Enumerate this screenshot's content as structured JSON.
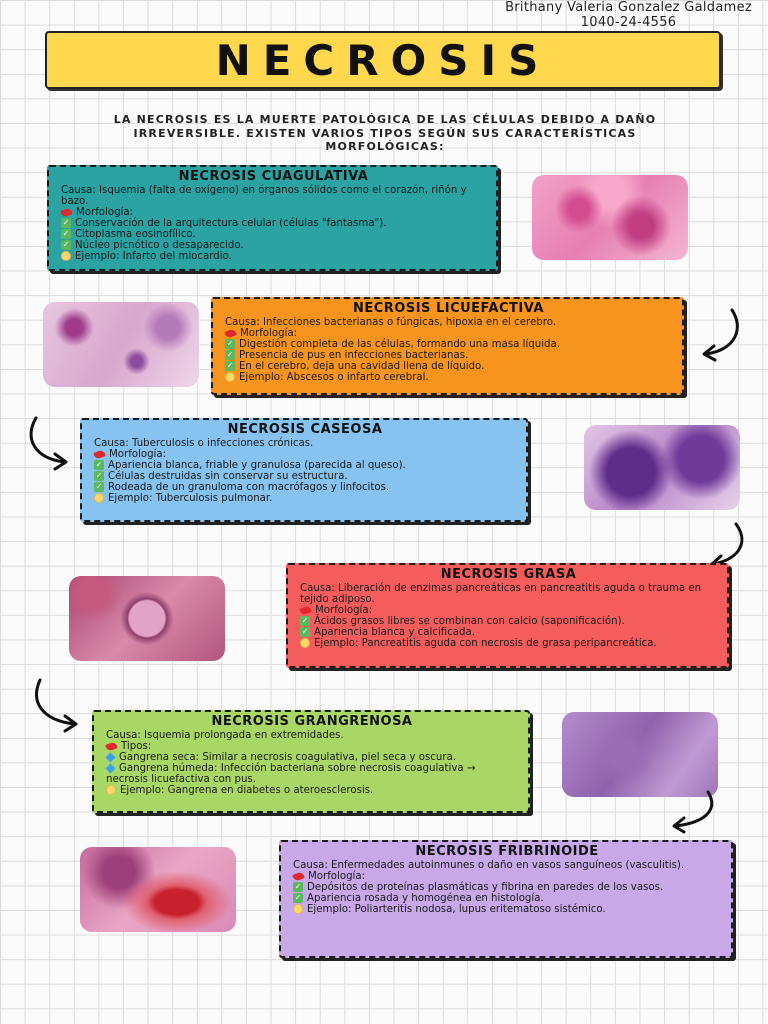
{
  "author": {
    "name": "Brithany Valeria Gonzalez Galdamez",
    "id": "1040-24-4556"
  },
  "title": "NECROSIS",
  "intro": "LA NECROSIS ES LA MUERTE PATOLÓGICA DE LAS CÉLULAS DEBIDO A DAÑO IRREVERSIBLE. EXISTEN VARIOS TIPOS SEGÚN SUS CARACTERÍSTICAS MORFOLÓGICAS:",
  "cards": [
    {
      "title": "NECROSIS CUAGULATIVA",
      "causa": "Causa: Isquemia (falta de oxígeno) en órganos sólidos como el corazón, riñón y bazo.",
      "morfologia": "Morfología:",
      "items": [
        "Conservación de la arquitectura celular (células \"fantasma\").",
        "Citoplasma eosinofílico.",
        "Núcleo picnótico o desaparecido."
      ],
      "ejemplo": "Ejemplo: Infarto del miocardio."
    },
    {
      "title": "NECROSIS LICUEFACTIVA",
      "causa": "Causa: Infecciones bacterianas o fúngicas, hipoxia en el cerebro.",
      "morfologia": "Morfología:",
      "items": [
        "Digestión completa de las células, formando una masa líquida.",
        "Presencia de pus en infecciones bacterianas.",
        "En el cerebro, deja una cavidad llena de líquido."
      ],
      "ejemplo": "Ejemplo: Abscesos o infarto cerebral."
    },
    {
      "title": "NECROSIS CASEOSA",
      "causa": "Causa: Tuberculosis o infecciones crónicas.",
      "morfologia": "Morfología:",
      "items": [
        "Apariencia blanca, friable y granulosa (parecida al queso).",
        "Células destruidas sin conservar su estructura.",
        "Rodeada de un granuloma con macrófagos y linfocitos."
      ],
      "ejemplo": "Ejemplo: Tuberculosis pulmonar."
    },
    {
      "title": "NECROSIS GRASA",
      "causa": "Causa: Liberación de enzimas pancreáticas en pancreatitis aguda o trauma en tejido adiposo.",
      "morfologia": "Morfología:",
      "items": [
        "Ácidos grasos libres se combinan con calcio (saponificación).",
        "Apariencia blanca y calcificada."
      ],
      "ejemplo": "Ejemplo: Pancreatitis aguda con necrosis de grasa peripancreática."
    },
    {
      "title": "NECROSIS GRANGRENOSA",
      "causa": "Causa: Isquemia prolongada en extremidades.",
      "morfologia": "Tipos:",
      "items": [
        "Gangrena seca: Similar a necrosis coagulativa, piel seca y oscura.",
        "Gangrena húmeda: Infección bacteriana sobre necrosis coagulativa → necrosis licuefactiva con pus."
      ],
      "ejemplo": "Ejemplo: Gangrena en diabetes o ateroesclerosis."
    },
    {
      "title": "NECROSIS FRIBRINOIDE",
      "causa": "Causa: Enfermedades autoinmunes o daño en vasos sanguíneos (vasculitis).",
      "morfologia": "Morfología:",
      "items": [
        "Depósitos de proteínas plasmáticas y fibrina en paredes de los vasos.",
        "Apariencia rosada y homogénea en histología."
      ],
      "ejemplo": "Ejemplo: Poliarteritis nodosa, lupus eritematoso sistémico."
    }
  ]
}
